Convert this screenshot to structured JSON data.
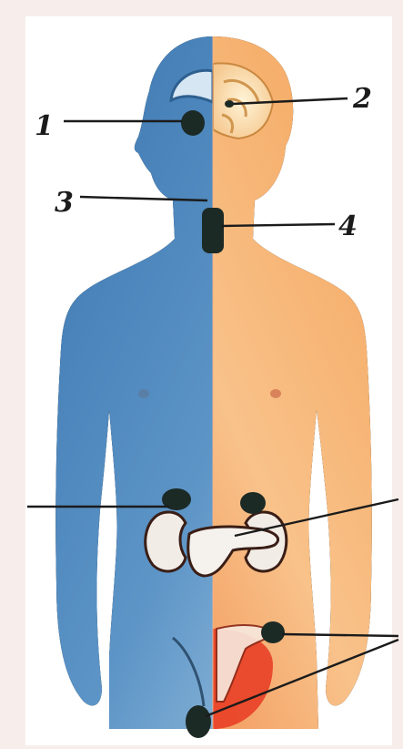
{
  "diagram": {
    "callouts": [
      {
        "id": "1",
        "label": "1"
      },
      {
        "id": "2",
        "label": "2"
      },
      {
        "id": "3",
        "label": "3"
      },
      {
        "id": "4",
        "label": "4"
      }
    ]
  },
  "colors": {
    "background": "#f7eeec",
    "left_half": "#3f7fb8",
    "left_half_light": "#9cc3df",
    "right_half": "#f0964d",
    "right_half_light": "#fbd3a6",
    "gland": "#1c2a26",
    "line": "#1b1b1b"
  }
}
